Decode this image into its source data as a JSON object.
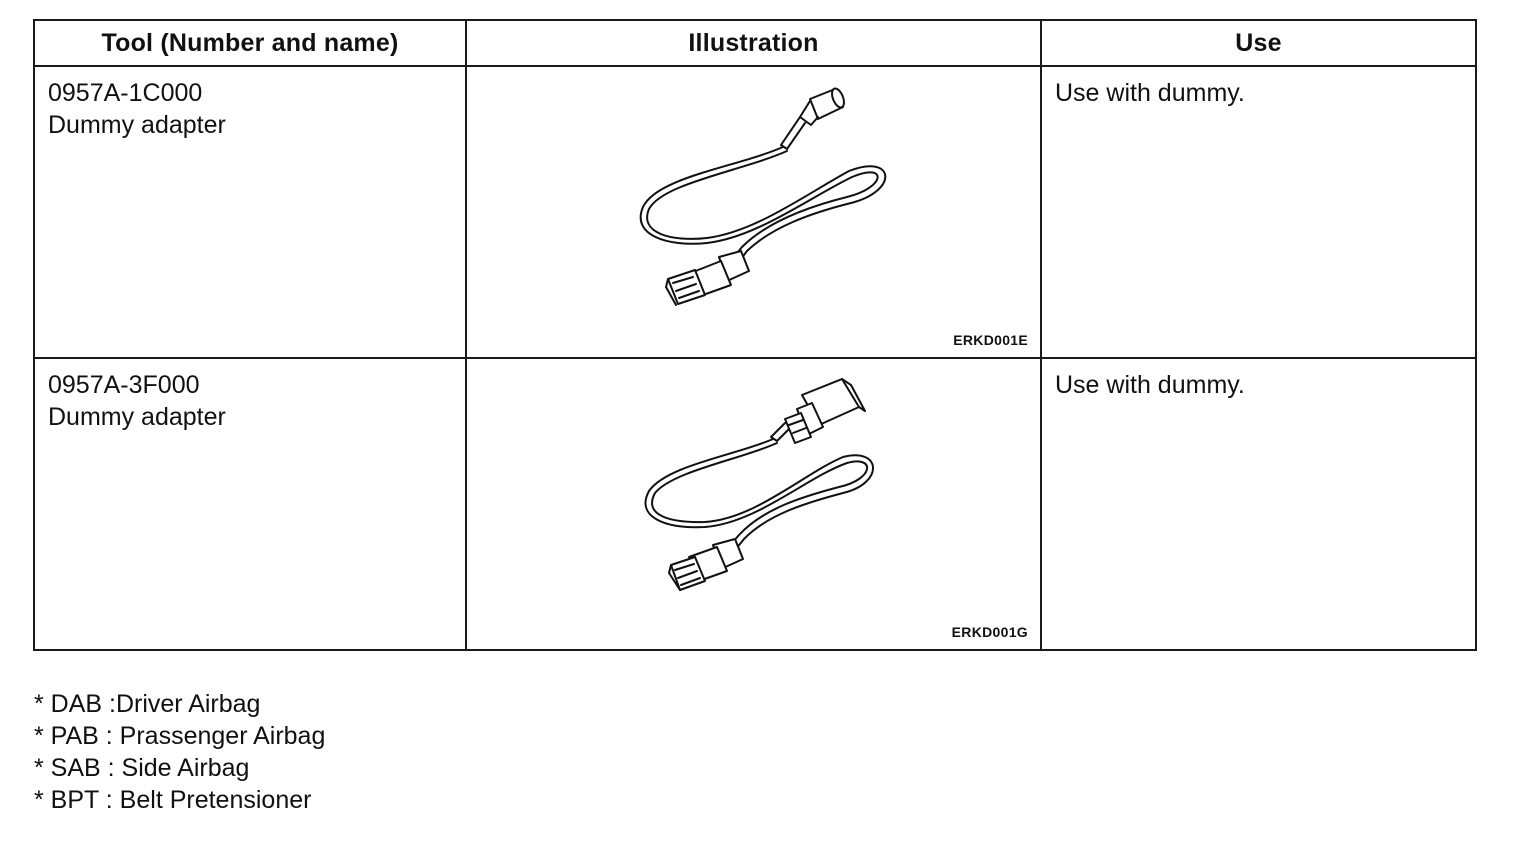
{
  "table": {
    "headers": {
      "tool": "Tool (Number and name)",
      "illustration": "Illustration",
      "use": "Use"
    },
    "rows": [
      {
        "number": "0957A-1C000",
        "name": "Dummy adapter",
        "figure_code": "ERKD001E",
        "use": "Use with dummy."
      },
      {
        "number": "0957A-3F000",
        "name": "Dummy adapter",
        "figure_code": "ERKD001G",
        "use": "Use with dummy."
      }
    ]
  },
  "notes": [
    "* DAB :Driver Airbag",
    "* PAB : Prassenger Airbag",
    "* SAB : Side Airbag",
    "* BPT : Belt Pretensioner"
  ]
}
